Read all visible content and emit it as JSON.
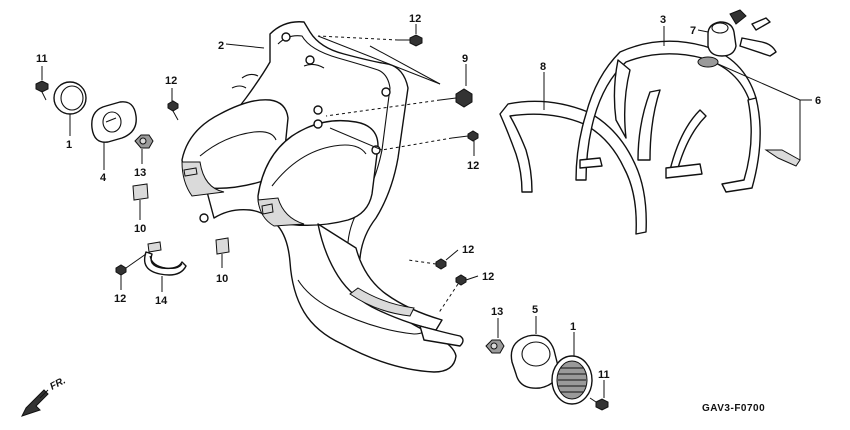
{
  "diagram": {
    "drawing_code": "GAV3-F0700",
    "direction_label": "FR.",
    "callouts": [
      {
        "id": "c-11-top",
        "label": "11"
      },
      {
        "id": "c-1-left",
        "label": "1"
      },
      {
        "id": "c-4",
        "label": "4"
      },
      {
        "id": "c-13-left",
        "label": "13"
      },
      {
        "id": "c-12-a",
        "label": "12"
      },
      {
        "id": "c-2",
        "label": "2"
      },
      {
        "id": "c-12-top",
        "label": "12"
      },
      {
        "id": "c-9",
        "label": "9"
      },
      {
        "id": "c-12-b",
        "label": "12"
      },
      {
        "id": "c-10-a",
        "label": "10"
      },
      {
        "id": "c-10-b",
        "label": "10"
      },
      {
        "id": "c-12-c",
        "label": "12"
      },
      {
        "id": "c-14",
        "label": "14"
      },
      {
        "id": "c-12-d",
        "label": "12"
      },
      {
        "id": "c-12-e",
        "label": "12"
      },
      {
        "id": "c-3",
        "label": "3"
      },
      {
        "id": "c-7",
        "label": "7"
      },
      {
        "id": "c-8",
        "label": "8"
      },
      {
        "id": "c-6",
        "label": "6"
      },
      {
        "id": "c-13-bottom",
        "label": "13"
      },
      {
        "id": "c-5",
        "label": "5"
      },
      {
        "id": "c-1-bottom",
        "label": "1"
      },
      {
        "id": "c-11-bottom",
        "label": "11"
      }
    ]
  }
}
